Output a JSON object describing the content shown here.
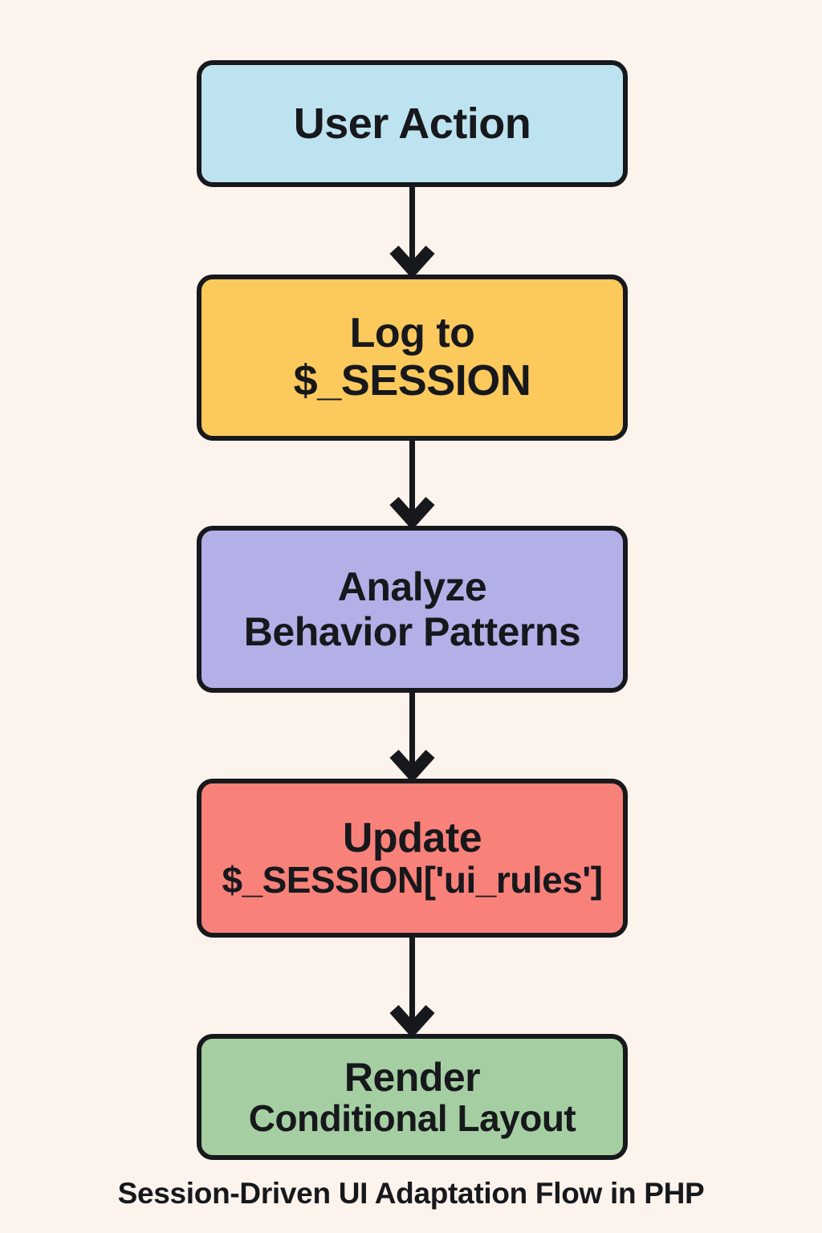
{
  "diagram": {
    "caption": "Session-Driven UI Adaptation Flow in PHP",
    "background_color": "#fbf3ec",
    "stroke_color": "#17181c",
    "nodes": [
      {
        "id": "user-action",
        "line_1": "User Action",
        "line_2": "",
        "fill_color": "#bee3f0",
        "color_name": "light-blue"
      },
      {
        "id": "log-session",
        "line_1": "Log to",
        "line_2": "$_SESSION",
        "fill_color": "#fbc95c",
        "color_name": "amber"
      },
      {
        "id": "analyze-behavior",
        "line_1": "Analyze",
        "line_2": "Behavior Patterns",
        "fill_color": "#b3b0e8",
        "color_name": "lavender"
      },
      {
        "id": "update-rules",
        "line_1": "Update",
        "line_2": "$_SESSION['ui_rules']",
        "fill_color": "#f8817a",
        "color_name": "salmon"
      },
      {
        "id": "render-layout",
        "line_1": "Render",
        "line_2": "Conditional Layout",
        "fill_color": "#a5cfa2",
        "color_name": "green"
      }
    ],
    "connectors": [
      {
        "id": "arrow-1",
        "from": "user-action",
        "to": "log-session",
        "label": ""
      },
      {
        "id": "arrow-2",
        "from": "log-session",
        "to": "analyze-behavior",
        "label": ""
      },
      {
        "id": "arrow-3",
        "from": "analyze-behavior",
        "to": "update-rules",
        "label": ""
      },
      {
        "id": "arrow-4",
        "from": "update-rules",
        "to": "render-layout",
        "label": ""
      }
    ]
  }
}
